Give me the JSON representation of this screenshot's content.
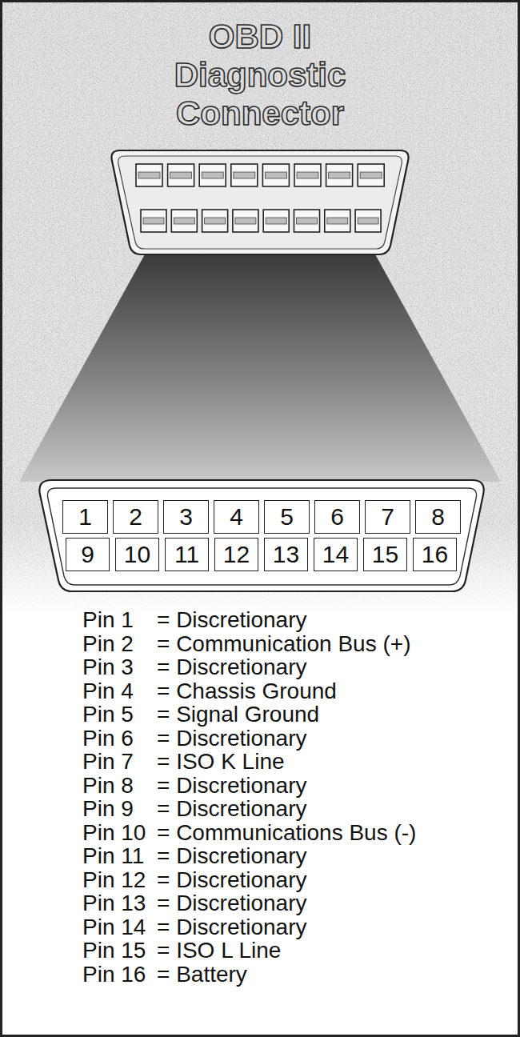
{
  "diagram": {
    "title": "OBD II Diagnostic Connector",
    "nodes": [
      {
        "text": [
          "1"
        ]
      },
      {
        "text": [
          "2"
        ]
      },
      {
        "text": [
          "3"
        ]
      },
      {
        "text": [
          "4"
        ]
      },
      {
        "text": [
          "5"
        ]
      },
      {
        "text": [
          "6"
        ]
      },
      {
        "text": [
          "7"
        ]
      },
      {
        "text": [
          "8"
        ]
      },
      {
        "text": [
          "9"
        ]
      },
      {
        "text": [
          "10"
        ]
      },
      {
        "text": [
          "11"
        ]
      },
      {
        "text": [
          "12"
        ]
      },
      {
        "text": [
          "13"
        ]
      },
      {
        "text": [
          "14"
        ]
      },
      {
        "text": [
          "15"
        ]
      },
      {
        "text": [
          "16"
        ]
      }
    ],
    "labels": [
      "Pin 1",
      "= Discretionary",
      "Pin 2",
      "= Communication Bus (+)",
      "Pin 3",
      "= Discretionary",
      "Pin 4",
      "= Chassis Ground",
      "Pin 5",
      "= Signal Ground",
      "Pin 6",
      "= Discretionary",
      "Pin 7",
      "= ISO K Line",
      "Pin 8",
      "= Discretionary",
      "Pin 9",
      "= Discretionary",
      "Pin 10",
      "= Communications Bus (-)",
      "Pin 11",
      "= Discretionary",
      "Pin 12",
      "= Discretionary",
      "Pin 13",
      "= Discretionary",
      "Pin 14",
      "= Discretionary",
      "Pin 15",
      "= ISO L Line",
      "Pin 16",
      "= Battery"
    ]
  }
}
